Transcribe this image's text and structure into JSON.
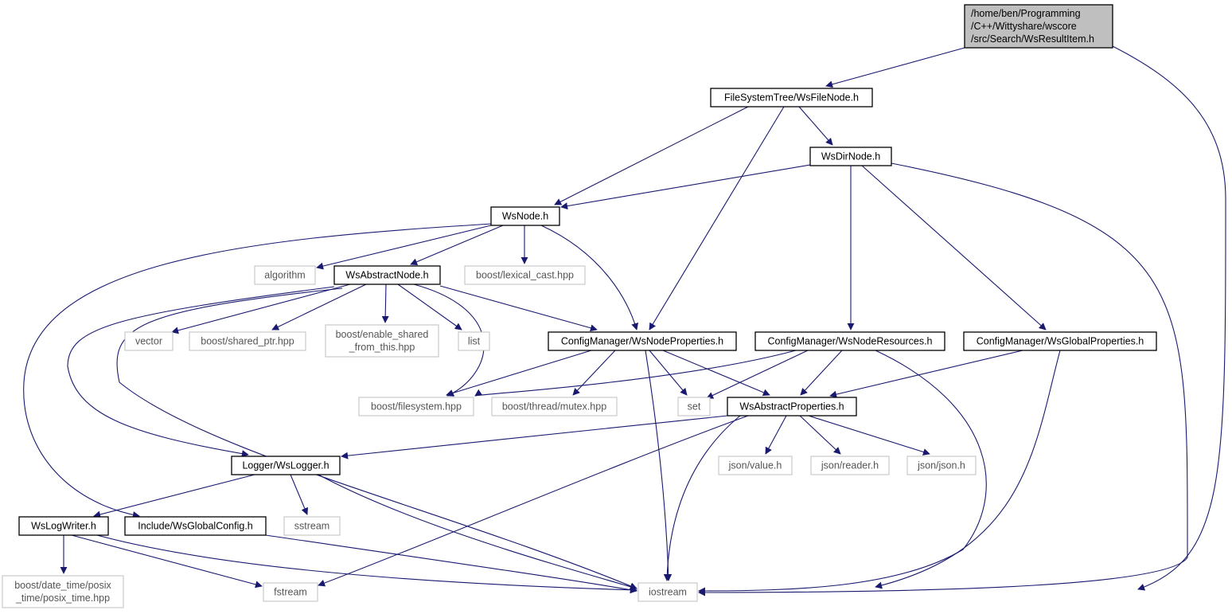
{
  "colors": {
    "edge": "#191970",
    "root_fill": "#bfbfbf",
    "node_border": "#000000",
    "ext_border": "#bfbfbf",
    "ext_text": "#555555",
    "text": "#000000"
  },
  "nodes": [
    {
      "id": "root",
      "kind": "root",
      "lines": [
        "/home/ben/Programming",
        "/C++/Wittyshare/wscore",
        "/src/Search/WsResultItem.h"
      ]
    },
    {
      "id": "filenode",
      "kind": "normal",
      "lines": [
        "FileSystemTree/WsFileNode.h"
      ]
    },
    {
      "id": "dirnode",
      "kind": "normal",
      "lines": [
        "WsDirNode.h"
      ]
    },
    {
      "id": "wsnode",
      "kind": "normal",
      "lines": [
        "WsNode.h"
      ]
    },
    {
      "id": "algorithm",
      "kind": "external",
      "lines": [
        "algorithm"
      ]
    },
    {
      "id": "abstractnode",
      "kind": "normal",
      "lines": [
        "WsAbstractNode.h"
      ]
    },
    {
      "id": "lexical",
      "kind": "external",
      "lines": [
        "boost/lexical_cast.hpp"
      ]
    },
    {
      "id": "vector",
      "kind": "external",
      "lines": [
        "vector"
      ]
    },
    {
      "id": "sharedptr",
      "kind": "external",
      "lines": [
        "boost/shared_ptr.hpp"
      ]
    },
    {
      "id": "enableshared",
      "kind": "external",
      "lines": [
        "boost/enable_shared",
        "_from_this.hpp"
      ]
    },
    {
      "id": "list",
      "kind": "external",
      "lines": [
        "list"
      ]
    },
    {
      "id": "nodeprops",
      "kind": "normal",
      "lines": [
        "ConfigManager/WsNodeProperties.h"
      ]
    },
    {
      "id": "noderes",
      "kind": "normal",
      "lines": [
        "ConfigManager/WsNodeResources.h"
      ]
    },
    {
      "id": "globalprops",
      "kind": "normal",
      "lines": [
        "ConfigManager/WsGlobalProperties.h"
      ]
    },
    {
      "id": "filesystem",
      "kind": "external",
      "lines": [
        "boost/filesystem.hpp"
      ]
    },
    {
      "id": "mutex",
      "kind": "external",
      "lines": [
        "boost/thread/mutex.hpp"
      ]
    },
    {
      "id": "set",
      "kind": "external",
      "lines": [
        "set"
      ]
    },
    {
      "id": "abstractprops",
      "kind": "normal",
      "lines": [
        "WsAbstractProperties.h"
      ]
    },
    {
      "id": "logger",
      "kind": "normal",
      "lines": [
        "Logger/WsLogger.h"
      ]
    },
    {
      "id": "jsonvalue",
      "kind": "external",
      "lines": [
        "json/value.h"
      ]
    },
    {
      "id": "jsonreader",
      "kind": "external",
      "lines": [
        "json/reader.h"
      ]
    },
    {
      "id": "jsonjson",
      "kind": "external",
      "lines": [
        "json/json.h"
      ]
    },
    {
      "id": "logwriter",
      "kind": "normal",
      "lines": [
        "WsLogWriter.h"
      ]
    },
    {
      "id": "globalconfig",
      "kind": "normal",
      "lines": [
        "Include/WsGlobalConfig.h"
      ]
    },
    {
      "id": "sstream",
      "kind": "external",
      "lines": [
        "sstream"
      ]
    },
    {
      "id": "posix",
      "kind": "external",
      "lines": [
        "boost/date_time/posix",
        "_time/posix_time.hpp"
      ]
    },
    {
      "id": "fstream",
      "kind": "external",
      "lines": [
        "fstream"
      ]
    },
    {
      "id": "iostream",
      "kind": "external",
      "lines": [
        "iostream"
      ]
    }
  ],
  "edges": [
    [
      "root",
      "filenode"
    ],
    [
      "root",
      "iostream"
    ],
    [
      "filenode",
      "wsnode"
    ],
    [
      "filenode",
      "nodeprops"
    ],
    [
      "filenode",
      "dirnode"
    ],
    [
      "dirnode",
      "wsnode"
    ],
    [
      "dirnode",
      "noderes"
    ],
    [
      "dirnode",
      "globalprops"
    ],
    [
      "dirnode",
      "iostream"
    ],
    [
      "wsnode",
      "algorithm"
    ],
    [
      "wsnode",
      "abstractnode"
    ],
    [
      "wsnode",
      "lexical"
    ],
    [
      "wsnode",
      "nodeprops"
    ],
    [
      "wsnode",
      "globalconfig"
    ],
    [
      "abstractnode",
      "vector"
    ],
    [
      "abstractnode",
      "sharedptr"
    ],
    [
      "abstractnode",
      "enableshared"
    ],
    [
      "abstractnode",
      "list"
    ],
    [
      "abstractnode",
      "nodeprops"
    ],
    [
      "abstractnode",
      "filesystem"
    ],
    [
      "abstractnode",
      "logger"
    ],
    [
      "abstractnode",
      "iostream"
    ],
    [
      "nodeprops",
      "filesystem"
    ],
    [
      "nodeprops",
      "mutex"
    ],
    [
      "nodeprops",
      "set"
    ],
    [
      "nodeprops",
      "abstractprops"
    ],
    [
      "nodeprops",
      "iostream"
    ],
    [
      "noderes",
      "filesystem"
    ],
    [
      "noderes",
      "set"
    ],
    [
      "noderes",
      "abstractprops"
    ],
    [
      "noderes",
      "iostream"
    ],
    [
      "globalprops",
      "abstractprops"
    ],
    [
      "globalprops",
      "iostream"
    ],
    [
      "abstractprops",
      "logger"
    ],
    [
      "abstractprops",
      "jsonvalue"
    ],
    [
      "abstractprops",
      "jsonreader"
    ],
    [
      "abstractprops",
      "jsonjson"
    ],
    [
      "abstractprops",
      "fstream"
    ],
    [
      "abstractprops",
      "iostream"
    ],
    [
      "logger",
      "logwriter"
    ],
    [
      "logger",
      "sstream"
    ],
    [
      "logger",
      "iostream"
    ],
    [
      "logwriter",
      "posix"
    ],
    [
      "logwriter",
      "fstream"
    ],
    [
      "logwriter",
      "iostream"
    ],
    [
      "globalconfig",
      "iostream"
    ]
  ]
}
